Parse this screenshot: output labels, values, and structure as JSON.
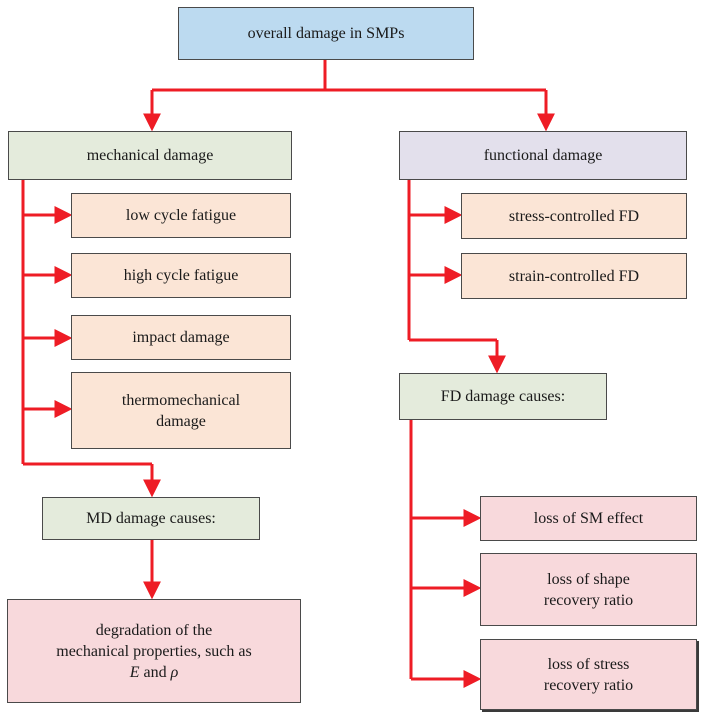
{
  "top": {
    "label": "overall damage  in SMPs"
  },
  "mechanical": {
    "label": "mechanical  damage",
    "items": [
      {
        "label": "low cycle fatigue"
      },
      {
        "label": "high cycle fatigue"
      },
      {
        "label": "impact damage"
      },
      {
        "line1": "thermomechanical",
        "line2": "damage"
      }
    ],
    "causes": {
      "label": "MD damage causes:"
    },
    "effect": {
      "line1": "degradation  of the",
      "line2": "mechanical properties, such as",
      "symbol1": "E",
      "and": " and ",
      "symbol2": "ρ"
    }
  },
  "functional": {
    "label": "functional  damage",
    "items": [
      {
        "label": "stress-controlled FD"
      },
      {
        "label": "strain-controlled FD"
      }
    ],
    "causes": {
      "label": "FD damage causes:"
    },
    "effects": [
      {
        "line1": "loss of SM  effect"
      },
      {
        "line1": "loss of shape",
        "line2": "recovery ratio"
      },
      {
        "line1": "loss of stress",
        "line2": "recovery ratio"
      }
    ]
  },
  "colors": {
    "arrow": "#ee1c25",
    "top_fill": "#bcdaf0",
    "mechanical_fill": "#e4ebdc",
    "functional_fill": "#e3e0ec",
    "item_fill": "#fbe5d6",
    "effect_fill": "#f8d9dc"
  }
}
